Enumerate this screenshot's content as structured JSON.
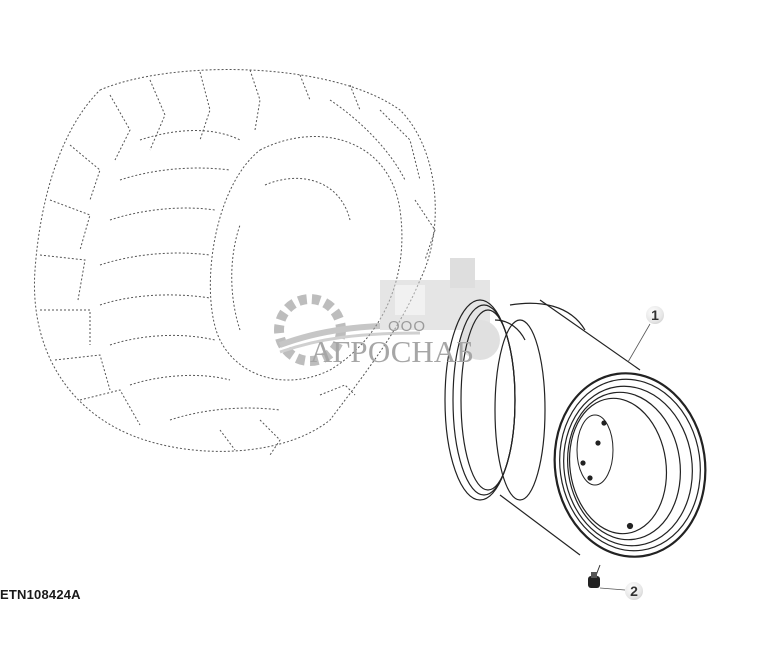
{
  "figure": {
    "id_label": "ETN108424A",
    "description": "Exploded view: tractor tire (phantom, dashed) and wheel rim with valve stem"
  },
  "callouts": [
    {
      "number": "1",
      "part": "wheel-rim"
    },
    {
      "number": "2",
      "part": "valve-stem"
    }
  ],
  "watermark": {
    "prefix": "ООО",
    "name": "АГРОСНАБ"
  },
  "colors": {
    "line": "#222222",
    "phantom": "#555555",
    "watermark": "#a6a6a6",
    "background": "#ffffff"
  }
}
